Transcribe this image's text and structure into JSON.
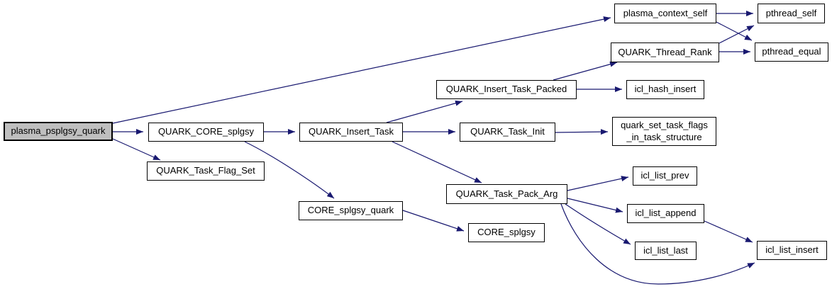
{
  "diagram": {
    "type": "call-graph",
    "background_color": "#ffffff",
    "edge_color": "#191970",
    "node_border_color": "#000000",
    "node_fill_color": "#ffffff",
    "root_node_fill_color": "#bfbfbf",
    "root_node": "plasma_psplgsy_quark"
  },
  "nodes": [
    {
      "id": "plasma_psplgsy_quark",
      "label": "plasma_psplgsy_quark",
      "root": true
    },
    {
      "id": "QUARK_CORE_splgsy",
      "label": "QUARK_CORE_splgsy"
    },
    {
      "id": "QUARK_Task_Flag_Set",
      "label": "QUARK_Task_Flag_Set"
    },
    {
      "id": "QUARK_Insert_Task",
      "label": "QUARK_Insert_Task"
    },
    {
      "id": "QUARK_Insert_Task_Packed",
      "label": "QUARK_Insert_Task_Packed"
    },
    {
      "id": "QUARK_Task_Init",
      "label": "QUARK_Task_Init"
    },
    {
      "id": "plasma_context_self",
      "label": "plasma_context_self"
    },
    {
      "id": "pthread_self",
      "label": "pthread_self"
    },
    {
      "id": "QUARK_Thread_Rank",
      "label": "QUARK_Thread_Rank"
    },
    {
      "id": "pthread_equal",
      "label": "pthread_equal"
    },
    {
      "id": "icl_hash_insert",
      "label": "icl_hash_insert"
    },
    {
      "id": "quark_set_task_flags_in_task_structure",
      "label": "quark_set_task_flags\n_in_task_structure"
    },
    {
      "id": "QUARK_Task_Pack_Arg",
      "label": "QUARK_Task_Pack_Arg"
    },
    {
      "id": "CORE_splgsy_quark",
      "label": "CORE_splgsy_quark"
    },
    {
      "id": "CORE_splgsy",
      "label": "CORE_splgsy"
    },
    {
      "id": "icl_list_prev",
      "label": "icl_list_prev"
    },
    {
      "id": "icl_list_append",
      "label": "icl_list_append"
    },
    {
      "id": "icl_list_last",
      "label": "icl_list_last"
    },
    {
      "id": "icl_list_insert",
      "label": "icl_list_insert"
    }
  ],
  "edges": [
    {
      "from": "plasma_psplgsy_quark",
      "to": "QUARK_CORE_splgsy"
    },
    {
      "from": "plasma_psplgsy_quark",
      "to": "QUARK_Task_Flag_Set"
    },
    {
      "from": "plasma_psplgsy_quark",
      "to": "plasma_context_self"
    },
    {
      "from": "QUARK_CORE_splgsy",
      "to": "QUARK_Insert_Task"
    },
    {
      "from": "QUARK_CORE_splgsy",
      "to": "CORE_splgsy_quark"
    },
    {
      "from": "QUARK_Insert_Task",
      "to": "QUARK_Insert_Task_Packed"
    },
    {
      "from": "QUARK_Insert_Task",
      "to": "QUARK_Task_Init"
    },
    {
      "from": "QUARK_Insert_Task",
      "to": "QUARK_Task_Pack_Arg"
    },
    {
      "from": "QUARK_Insert_Task_Packed",
      "to": "QUARK_Thread_Rank"
    },
    {
      "from": "QUARK_Insert_Task_Packed",
      "to": "icl_hash_insert"
    },
    {
      "from": "QUARK_Task_Init",
      "to": "quark_set_task_flags_in_task_structure"
    },
    {
      "from": "plasma_context_self",
      "to": "pthread_self"
    },
    {
      "from": "plasma_context_self",
      "to": "pthread_equal"
    },
    {
      "from": "QUARK_Thread_Rank",
      "to": "pthread_self"
    },
    {
      "from": "QUARK_Thread_Rank",
      "to": "pthread_equal"
    },
    {
      "from": "QUARK_Task_Pack_Arg",
      "to": "icl_list_prev"
    },
    {
      "from": "QUARK_Task_Pack_Arg",
      "to": "icl_list_append"
    },
    {
      "from": "QUARK_Task_Pack_Arg",
      "to": "icl_list_last"
    },
    {
      "from": "QUARK_Task_Pack_Arg",
      "to": "icl_list_insert"
    },
    {
      "from": "icl_list_append",
      "to": "icl_list_insert"
    },
    {
      "from": "CORE_splgsy_quark",
      "to": "CORE_splgsy"
    }
  ]
}
